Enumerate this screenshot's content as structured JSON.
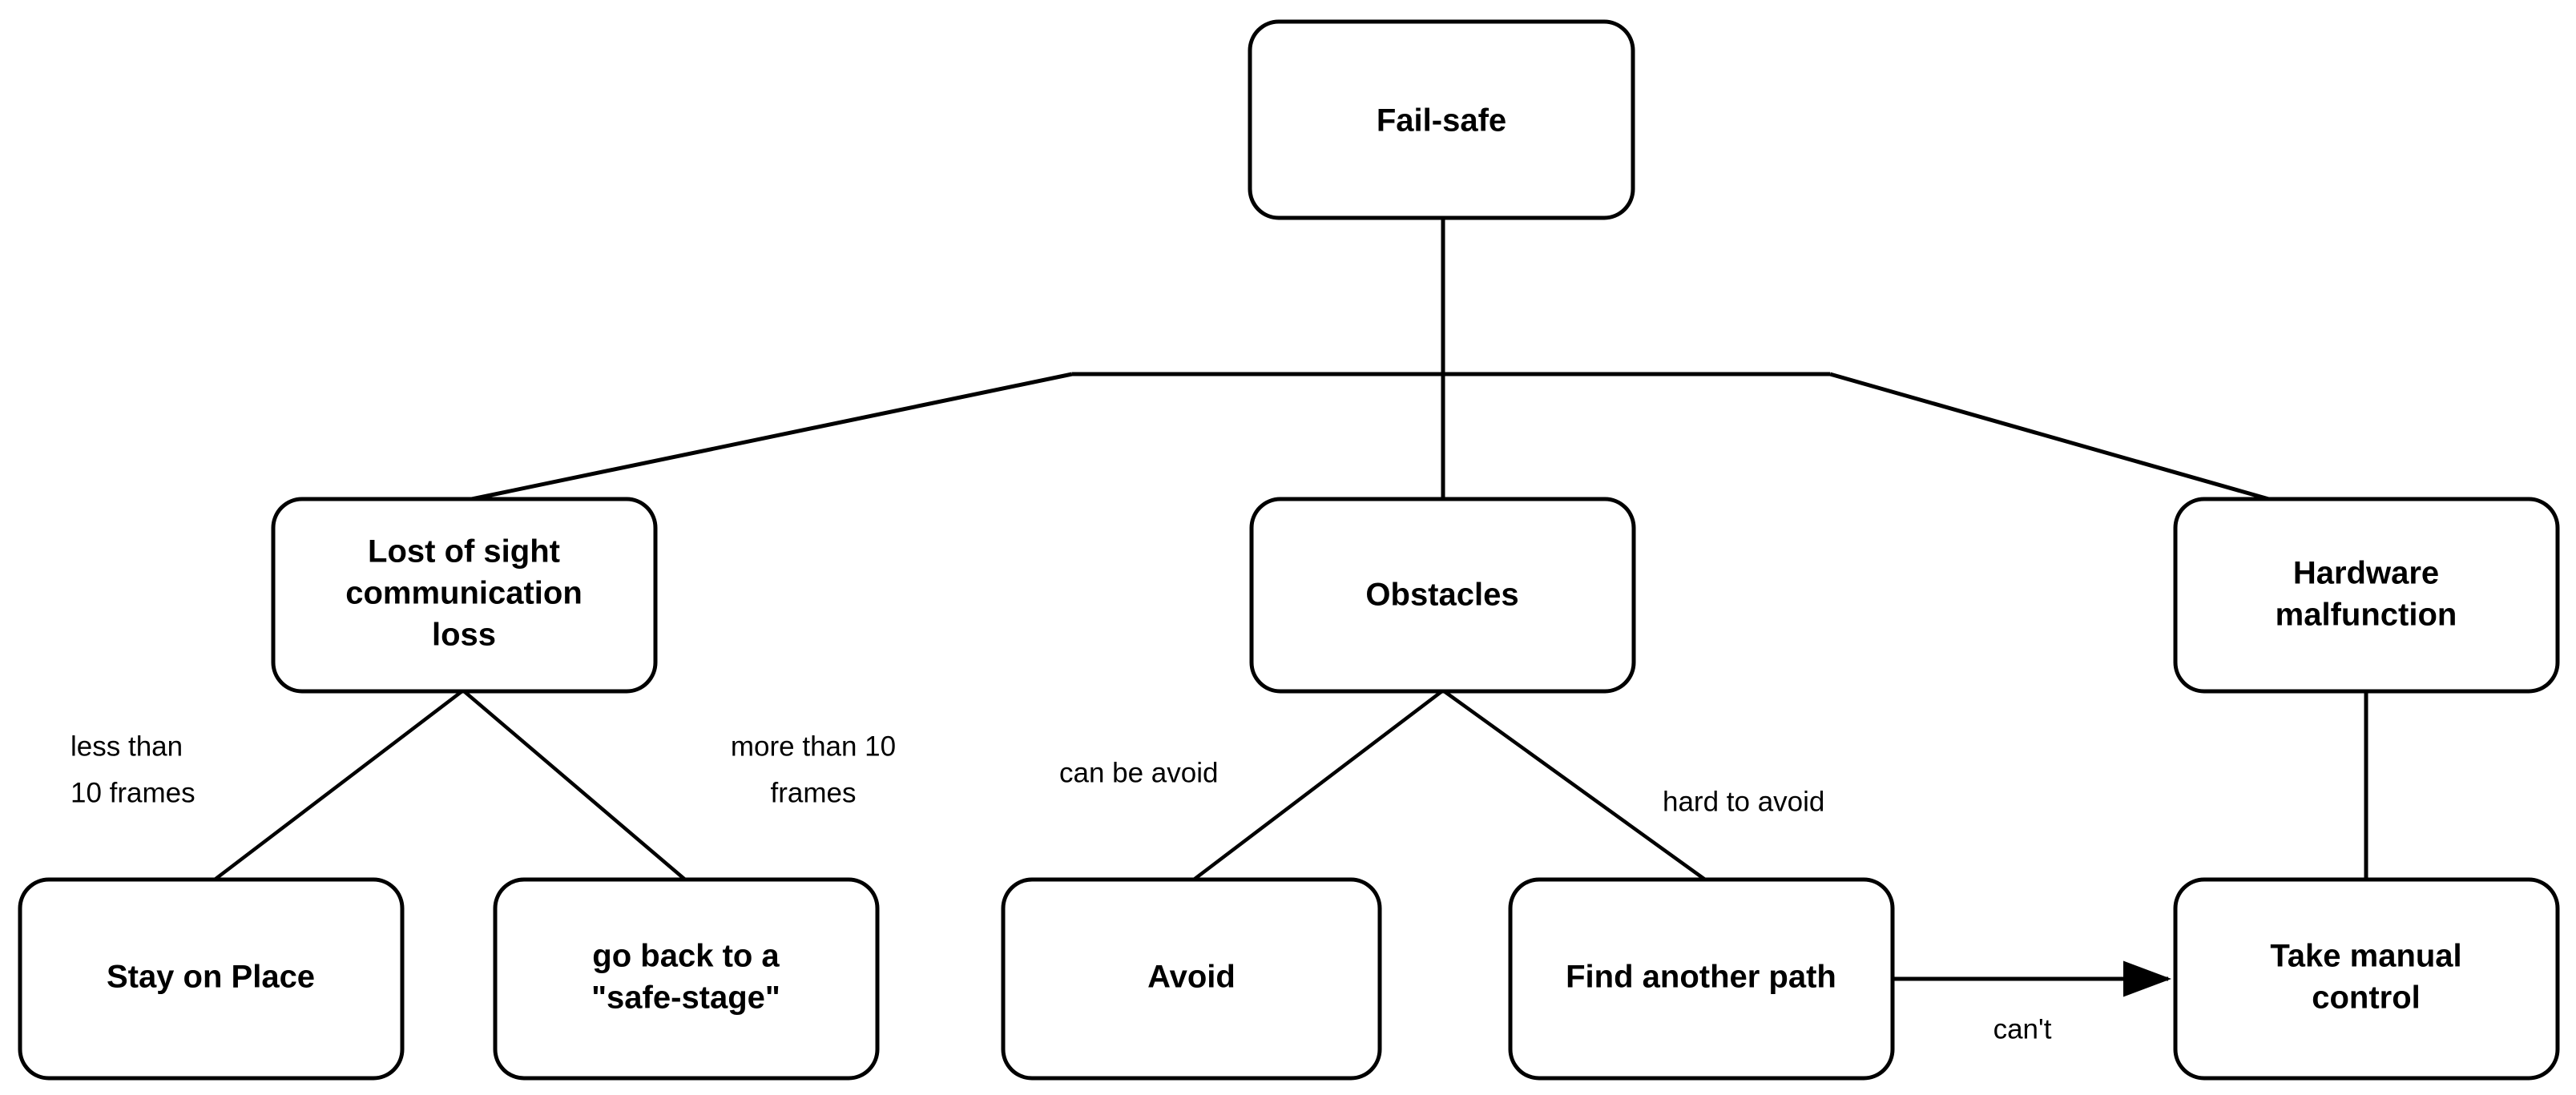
{
  "diagram": {
    "type": "flowchart",
    "title": "Fail-safe",
    "background_color": "#ffffff",
    "stroke_color": "#000000",
    "node_fill": "#ffffff",
    "nodes": {
      "root": {
        "label": "Fail-safe"
      },
      "lost_sight": {
        "line1": "Lost of sight",
        "line2": "communication",
        "line3": "loss"
      },
      "obstacles": {
        "label": "Obstacles"
      },
      "hardware": {
        "line1": "Hardware",
        "line2": "malfunction"
      },
      "stay": {
        "label": "Stay on Place"
      },
      "safe_stage": {
        "line1": "go back to a",
        "line2": "\"safe-stage\""
      },
      "avoid": {
        "label": "Avoid"
      },
      "find_path": {
        "label": "Find another path"
      },
      "manual": {
        "line1": "Take manual",
        "line2": "control"
      }
    },
    "edge_labels": {
      "less_than": {
        "line1": "less than",
        "line2": "10 frames"
      },
      "more_than": {
        "line1": "more than 10",
        "line2": "frames"
      },
      "can_be_avoid": {
        "label": "can be avoid"
      },
      "hard_to_avoid": {
        "label": "hard to avoid"
      },
      "cant": {
        "label": "can't"
      }
    }
  }
}
